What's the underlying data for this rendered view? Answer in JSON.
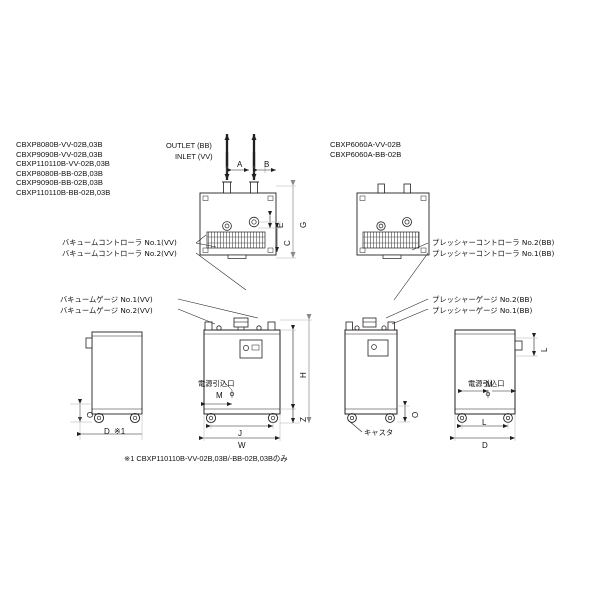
{
  "page": {
    "background": "#ffffff",
    "line_color": "#231f20",
    "thin_line_color": "#808080"
  },
  "model_groups": {
    "left": {
      "name": "left-model-list",
      "models": [
        "CBXP8080B-VV-02B,03B",
        "CBXP9090B-VV-02B,03B",
        "CBXP110110B-VV-02B,03B",
        "CBXP8080B-BB-02B,03B",
        "CBXP9090B-BB-02B,03B",
        "CBXP110110B-BB-02B,03B"
      ]
    },
    "right": {
      "name": "right-model-list",
      "models": [
        "CBXP6060A-VV-02B",
        "CBXP6060A-BB-02B"
      ]
    }
  },
  "port_labels": {
    "outlet": "OUTLET (BB)",
    "inlet": "INLET (VV)"
  },
  "callouts": {
    "left": [
      "バキュームコントローラ No.1(VV)",
      "バキュームコントローラ No.2(VV)",
      "バキュームゲージ No.1(VV)",
      "バキュームゲージ No.2(VV)"
    ],
    "right": [
      "プレッシャーコントローラ No.2(BB)",
      "プレッシャーコントローラ No.1(BB)",
      "プレッシャーゲージ No.2(BB)",
      "プレッシャーゲージ No.1(BB)"
    ],
    "power_inlet_left": "電源引込口",
    "power_inlet_right": "電源引込口",
    "caster": "キャスタ"
  },
  "dimensions": {
    "top_view": [
      "A",
      "B",
      "C",
      "E",
      "G"
    ],
    "left_front_view": [
      "H",
      "Z",
      "W",
      "J",
      "M",
      "O",
      "D"
    ],
    "left_side_view": [
      "O"
    ],
    "right_view": [
      "L",
      "D",
      "M",
      "O"
    ],
    "note_marker": "※1"
  },
  "footnote": "※1 CBXP110110B-VV-02B,03B/-BB-02B,03Bのみ"
}
